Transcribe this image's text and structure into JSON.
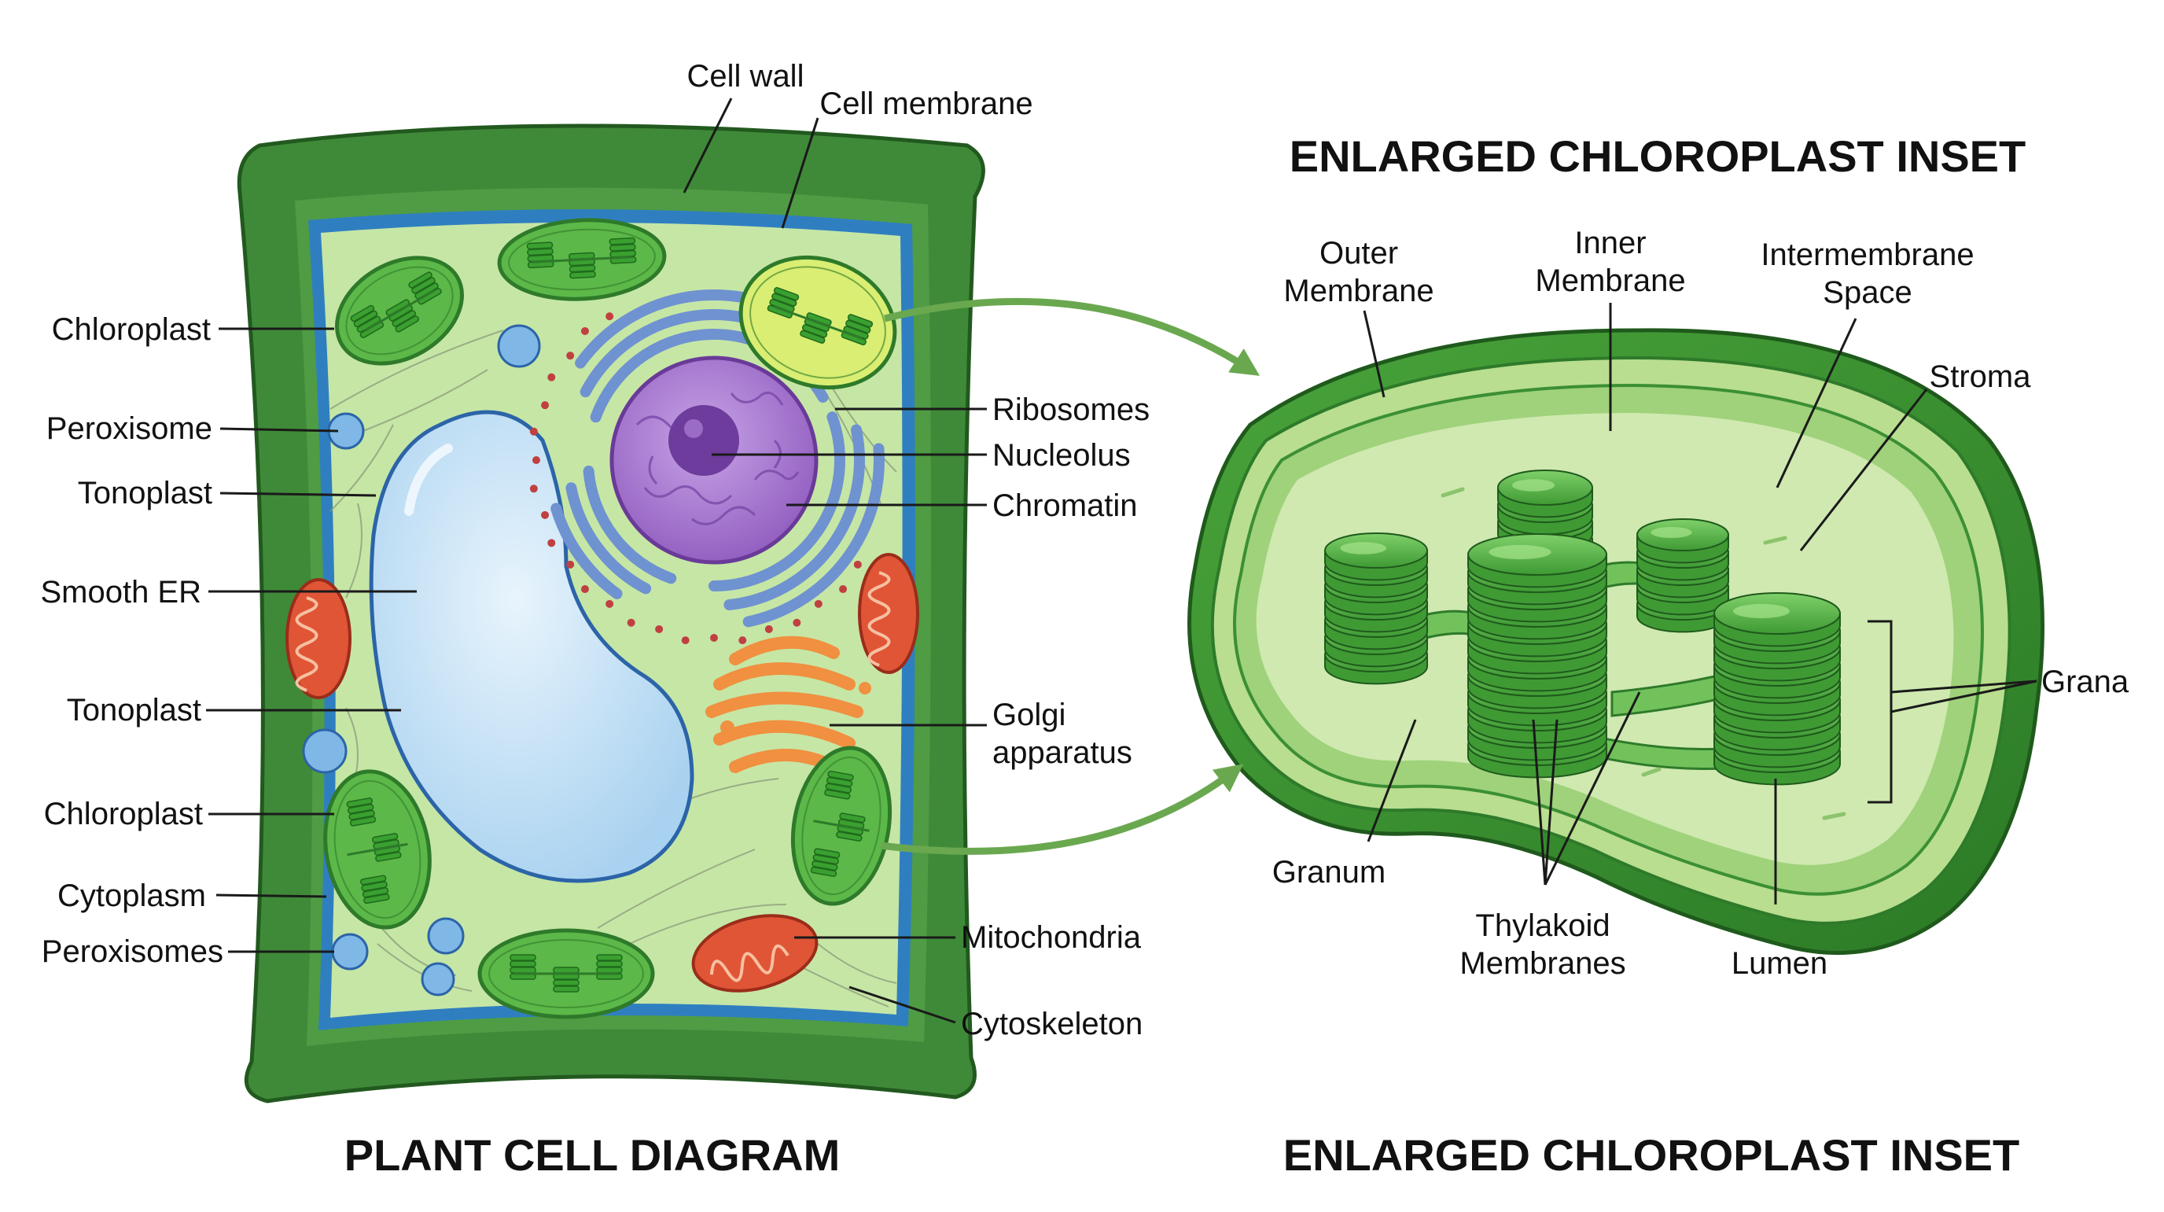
{
  "titles": {
    "cell": "PLANT CELL DIAGRAM",
    "inset_top": "ENLARGED CHLOROPLAST INSET",
    "inset_bottom": "ENLARGED CHLOROPLAST INSET"
  },
  "cell_labels": {
    "cell_wall": "Cell wall",
    "cell_membrane": "Cell membrane",
    "chloroplast_1": "Chloroplast",
    "peroxisome": "Peroxisome",
    "tonoplast_1": "Tonoplast",
    "smooth_er": "Smooth ER",
    "tonoplast_2": "Tonoplast",
    "chloroplast_2": "Chloroplast",
    "cytoplasm": "Cytoplasm",
    "peroxisomes": "Peroxisomes",
    "ribosomes": "Ribosomes",
    "nucleolus": "Nucleolus",
    "chromatin": "Chromatin",
    "golgi_line1": "Golgi",
    "golgi_line2": "apparatus",
    "mitochondria": "Mitochondria",
    "cytoskeleton": "Cytoskeleton"
  },
  "inset_labels": {
    "outer_line1": "Outer",
    "outer_line2": "Membrane",
    "inner_line1": "Inner",
    "inner_line2": "Membrane",
    "intermembrane_line1": "Intermembrane",
    "intermembrane_line2": "Space",
    "stroma": "Stroma",
    "grana": "Grana",
    "granum": "Granum",
    "thylakoid_line1": "Thylakoid",
    "thylakoid_line2": "Membranes",
    "lumen": "Lumen"
  },
  "colors": {
    "wall": "#3f8a38",
    "wall_dark": "#2a6a28",
    "membrane": "#2f7fc0",
    "cytoplasm": "#c6e6a6",
    "vacuole": "#c4e2f6",
    "nucleus": "#a070c8",
    "nucleolus": "#6e3c9c",
    "er": "#6f92d0",
    "ribosome": "#c04040",
    "golgi": "#f09040",
    "mito": "#e05536",
    "peroxisome": "#7fb8e6",
    "chloroplast": "#5cb848",
    "grana": "#3aa030",
    "arrow": "#6aa84f"
  }
}
